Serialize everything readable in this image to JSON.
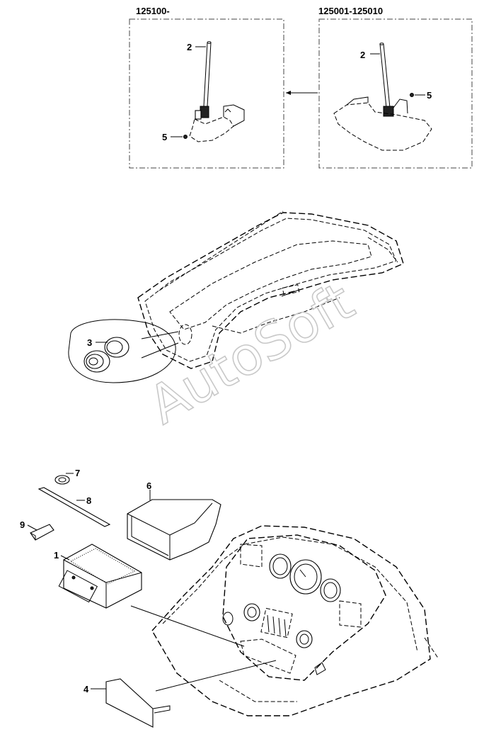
{
  "variants": {
    "left_header": "125100-",
    "right_header": "125001-125010"
  },
  "callouts": {
    "antenna_left": "2",
    "nut_left": "5",
    "antenna_right": "2",
    "nut_right": "5",
    "speaker": "3",
    "radio": "1",
    "cover_plate": "4",
    "bracket": "6",
    "washer": "7",
    "strip": "8",
    "key": "9"
  },
  "watermark": "AutoSoft",
  "icons": {
    "transfer_arrow": "arrow-left-icon"
  }
}
